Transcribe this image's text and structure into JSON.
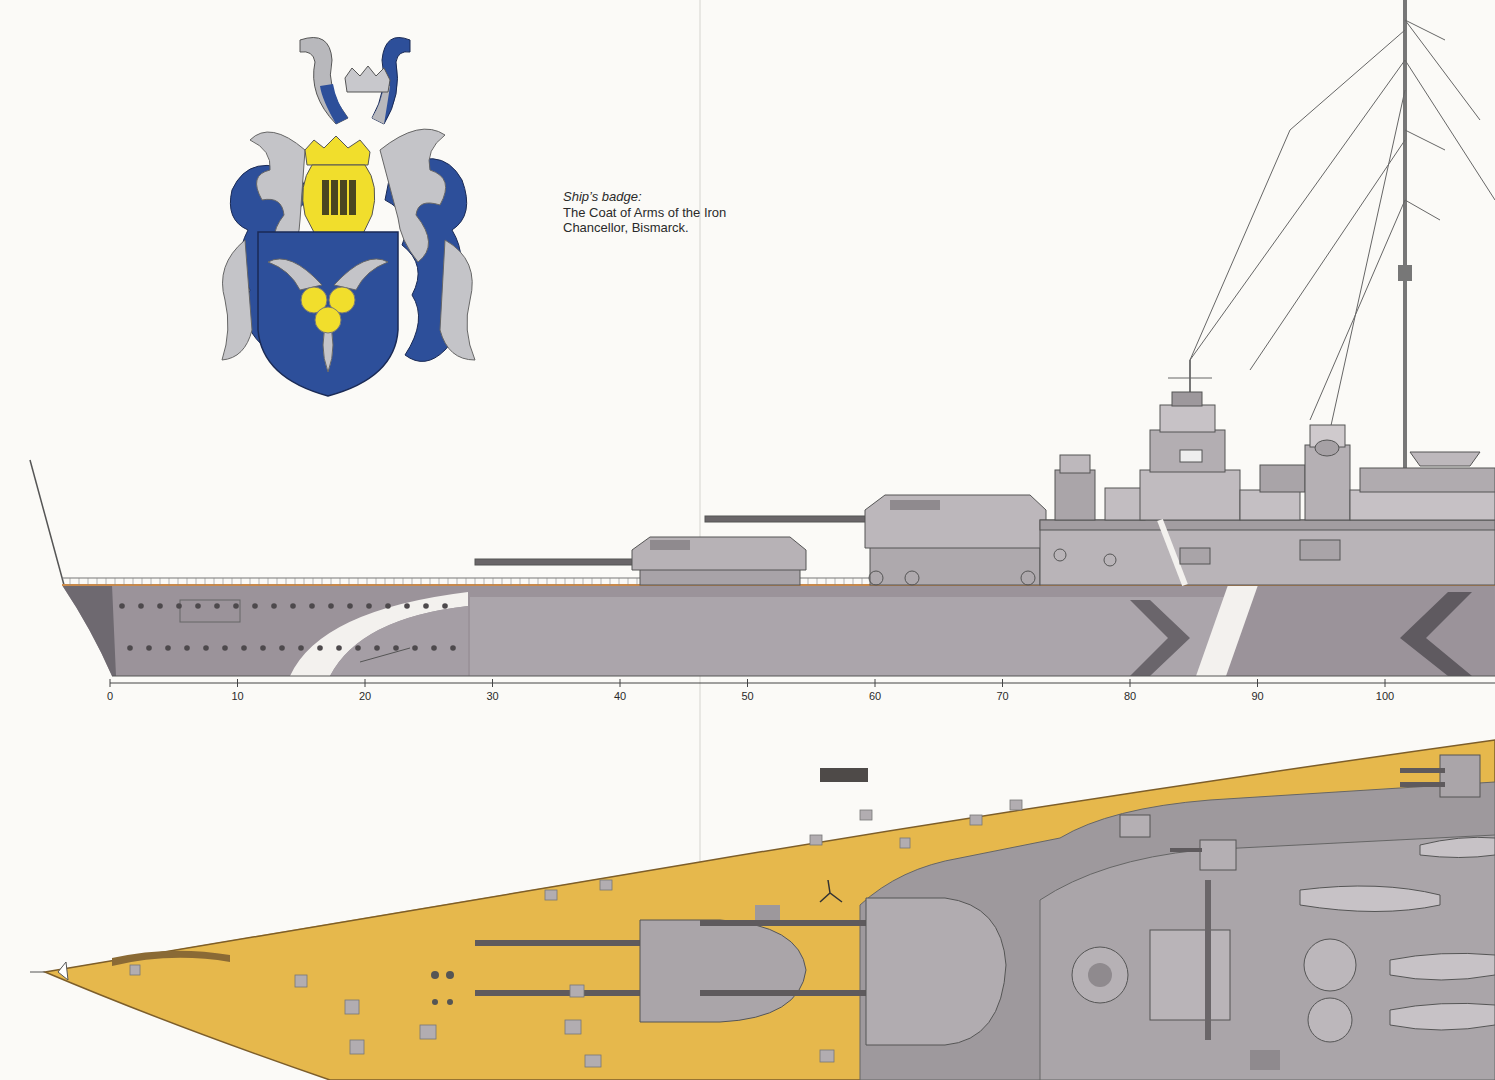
{
  "diagram": {
    "labels": [
      "Ship’s badge:",
      "The Coat of Arms of the Iron Chancellor, Bismarck.",
      "0",
      "10",
      "20",
      "30",
      "40",
      "50",
      "60",
      "70",
      "80",
      "90",
      "100"
    ]
  }
}
